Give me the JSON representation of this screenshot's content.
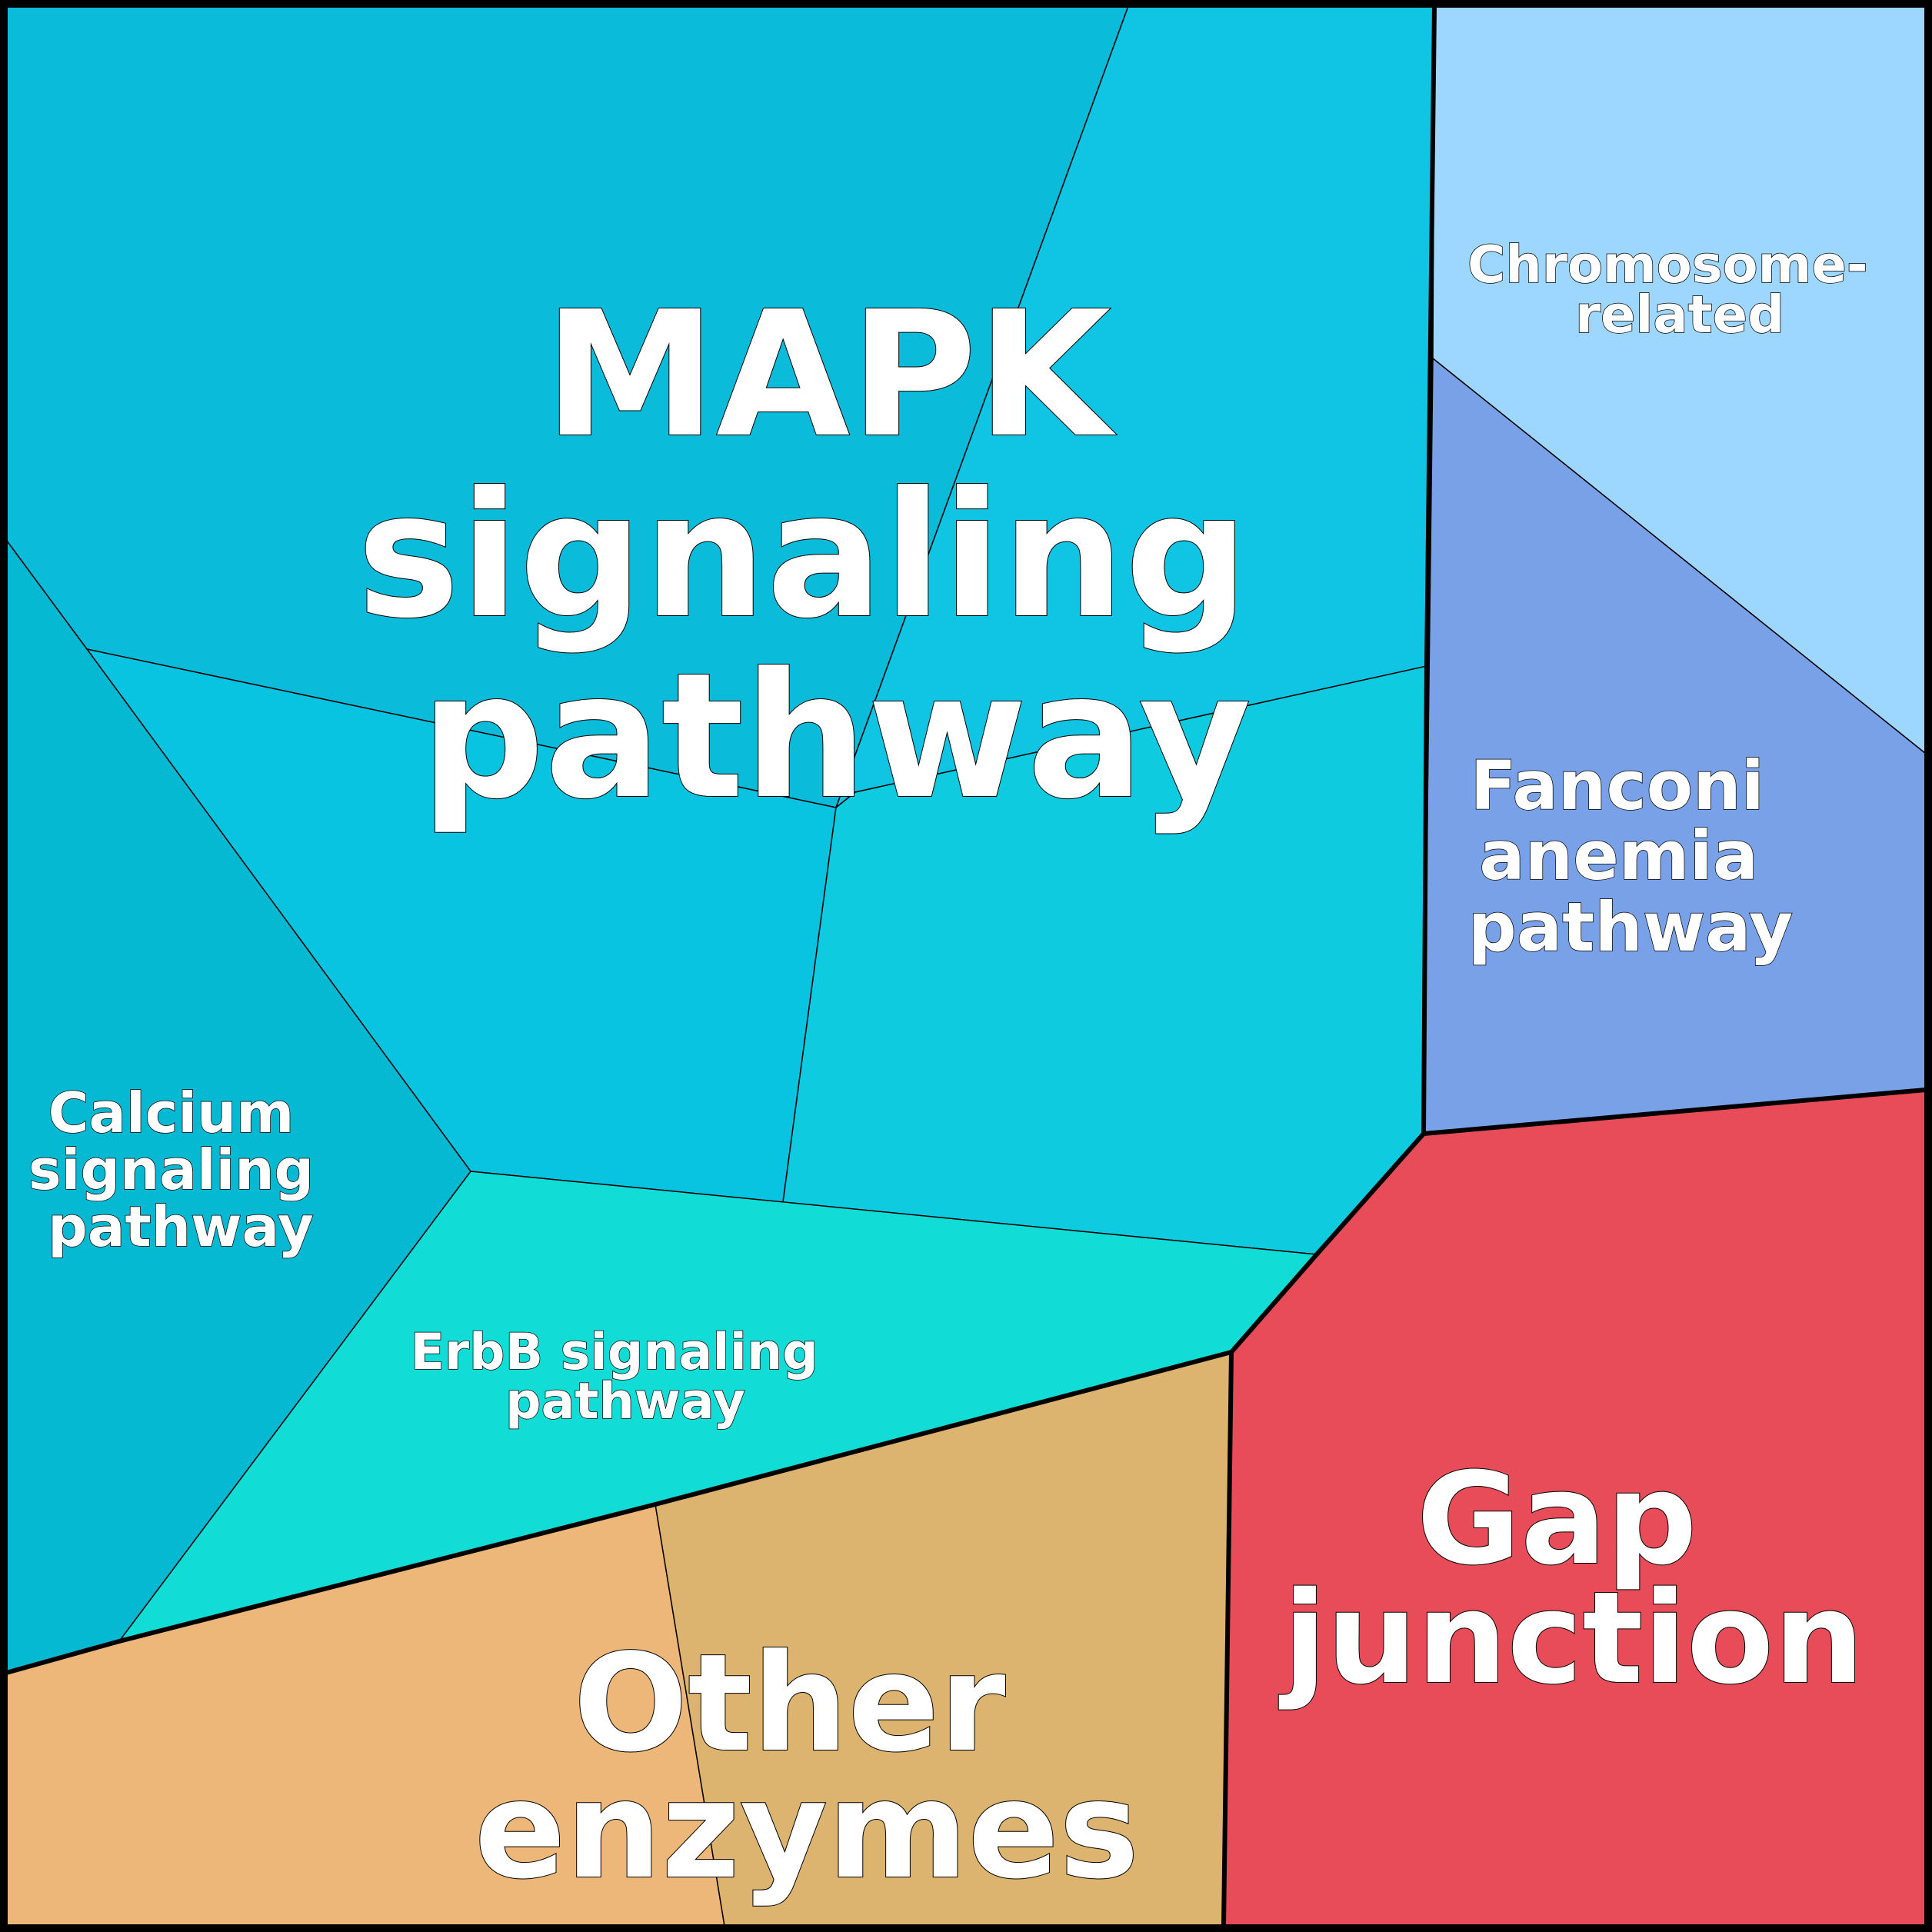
{
  "colors": {
    "mapk_main": "#0bbbda",
    "mapk_sub_top_right": "#10c4e3",
    "mapk_sub_center": "#08c4e0",
    "mapk_sub_right": "#0fcbe0",
    "calcium": "#04b9d1",
    "erbb": "#11dcd6",
    "other_enzymes_left": "#ecb778",
    "other_enzymes_right": "#dcb36f",
    "gap_junction": "#e84c58",
    "chromosome_related": "#9dd6fe",
    "fanconi": "#79a1e8",
    "borders": "#000000",
    "label_text": "#ffffff"
  },
  "labels": {
    "mapk": [
      "MAPK",
      "signaling",
      "pathway"
    ],
    "calcium": [
      "Calcium",
      "signaling",
      "pathway"
    ],
    "erbb": [
      "ErbB signaling",
      "pathway"
    ],
    "other_enzymes": [
      "Other",
      "enzymes"
    ],
    "gap_junction": [
      "Gap",
      "junction"
    ],
    "chromosome": [
      "Chromosome-",
      "related"
    ],
    "fanconi": [
      "Fanconi",
      "anemia",
      "pathway"
    ]
  }
}
